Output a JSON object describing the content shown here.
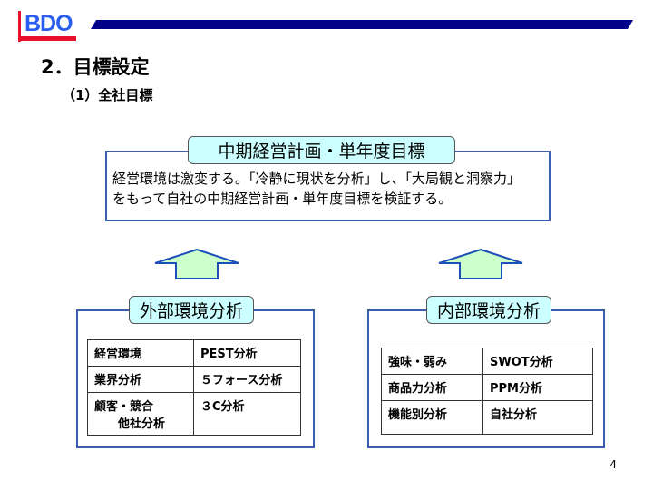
{
  "logo": {
    "text": "BDO",
    "colors": {
      "text": "#2a5ef0",
      "bar": "#e8102a"
    }
  },
  "header_bar_color": "#00008b",
  "title": "2．目標設定",
  "subtitle": "（1）全社目標",
  "goal": {
    "label": "中期経営計画・単年度目標",
    "lines": [
      "経営環境は激変する。「冷静に現状を分析」し、「大局観と洞察力」",
      "をもって自社の中期経営計画・単年度目標を検証する。"
    ]
  },
  "external": {
    "label": "外部環境分析",
    "rows": [
      [
        "経営環境",
        "PEST分析"
      ],
      [
        "業界分析",
        "５フォース分析"
      ],
      [
        "顧客・競合\n　　他社分析",
        "３C分析"
      ]
    ]
  },
  "internal": {
    "label": "内部環境分析",
    "rows": [
      [
        "強味・弱み",
        "SWOT分析"
      ],
      [
        "商品力分析",
        "PPM分析"
      ],
      [
        "機能別分析",
        "自社分析"
      ]
    ]
  },
  "page_number": "4"
}
